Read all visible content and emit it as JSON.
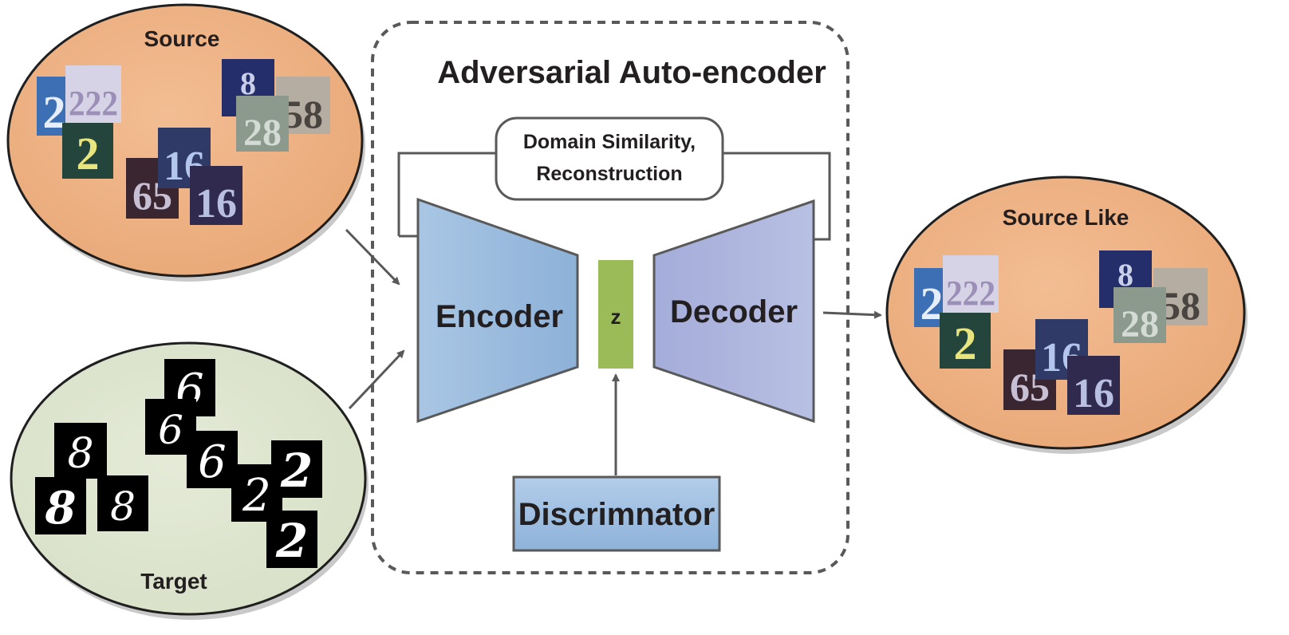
{
  "diagram": {
    "title": "Adversarial Auto-encoder",
    "loss_box": {
      "line1": "Domain Similarity,",
      "line2": "Reconstruction"
    },
    "encoder": "Encoder",
    "latent": "z",
    "decoder": "Decoder",
    "discriminator": "Discrimnator",
    "source": {
      "label": "Source",
      "digits": [
        "2",
        "222",
        "2",
        "8",
        "58",
        "28",
        "16",
        "65",
        "16"
      ]
    },
    "target": {
      "label": "Target",
      "digits": [
        "6",
        "6",
        "8",
        "8",
        "8",
        "6",
        "2",
        "2",
        "2"
      ]
    },
    "source_like": {
      "label": "Source Like",
      "digits": [
        "2",
        "222",
        "2",
        "8",
        "58",
        "28",
        "16",
        "65",
        "16"
      ]
    }
  }
}
